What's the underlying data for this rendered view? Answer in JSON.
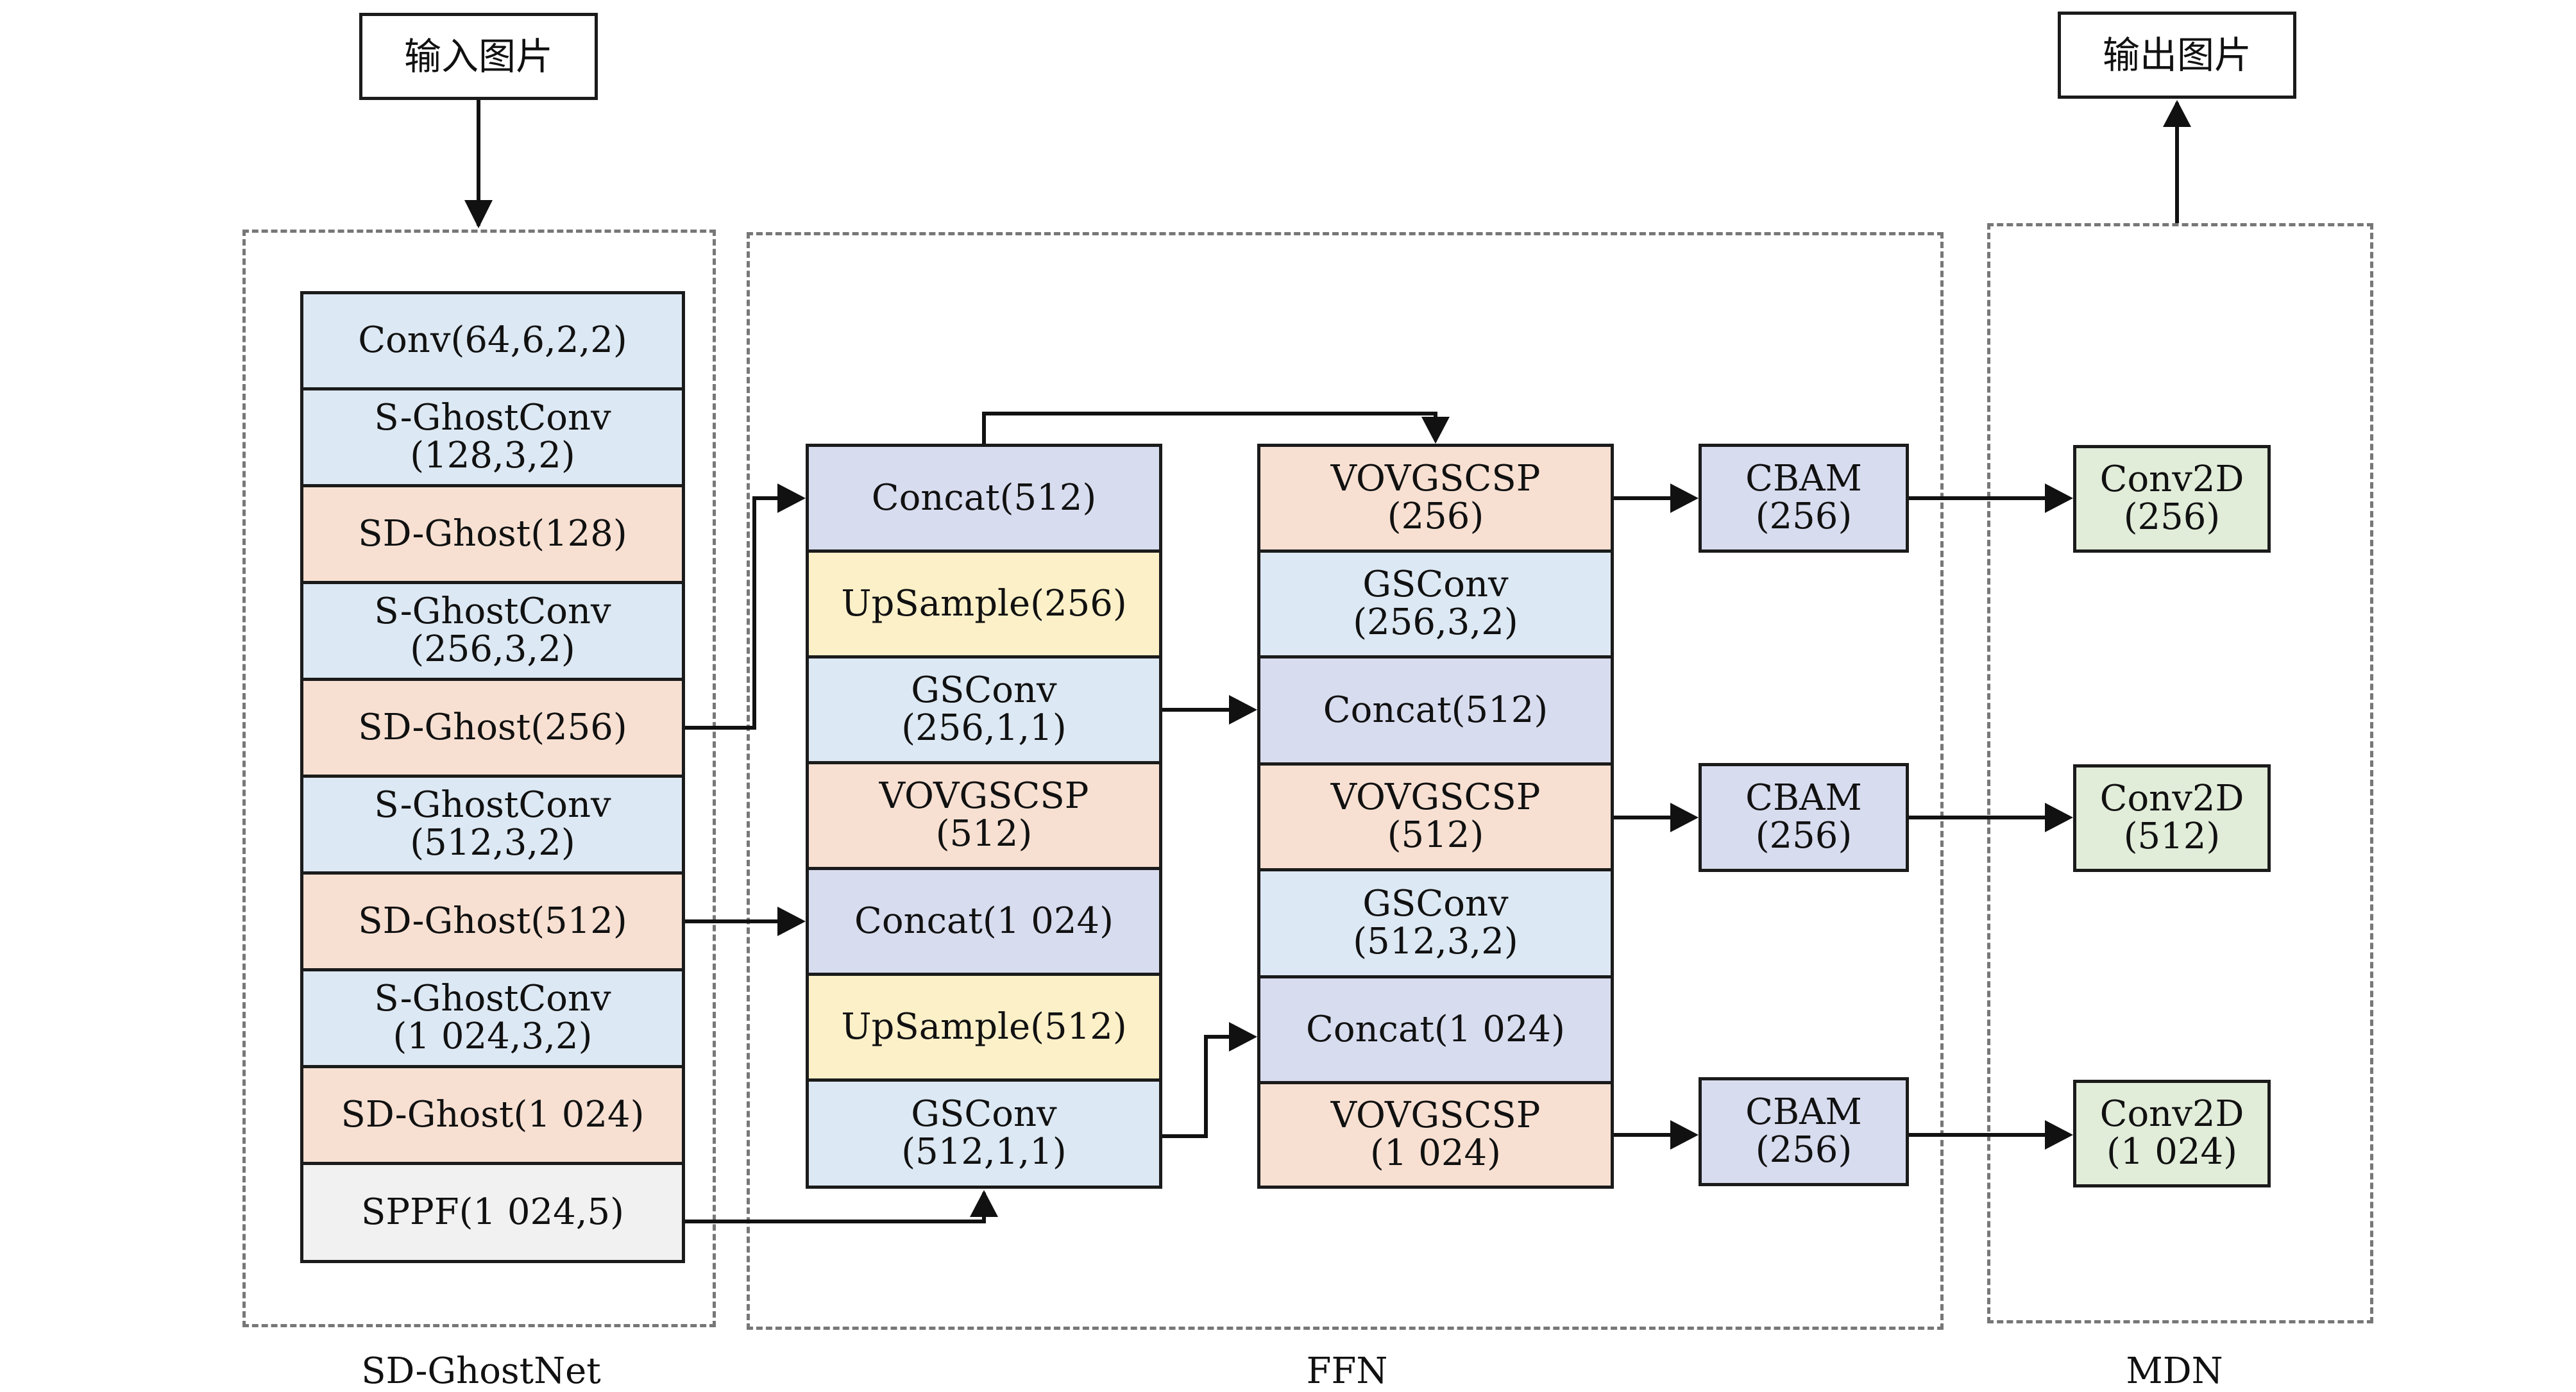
{
  "io": {
    "input": "输入图片",
    "output": "输出图片"
  },
  "groups": {
    "backbone": "SD-GhostNet",
    "neck": "FFN",
    "head": "MDN"
  },
  "backbone": [
    {
      "label": "Conv(64,6,2,2)",
      "color": "#dce8f3"
    },
    {
      "label": "S-GhostConv\n(128,3,2)",
      "color": "#dce8f3"
    },
    {
      "label": "SD-Ghost(128)",
      "color": "#f7e0d2"
    },
    {
      "label": "S-GhostConv\n(256,3,2)",
      "color": "#dce8f3"
    },
    {
      "label": "SD-Ghost(256)",
      "color": "#f7e0d2"
    },
    {
      "label": "S-GhostConv\n(512,3,2)",
      "color": "#dce8f3"
    },
    {
      "label": "SD-Ghost(512)",
      "color": "#f7e0d2"
    },
    {
      "label": "S-GhostConv\n(1 024,3,2)",
      "color": "#dce8f3"
    },
    {
      "label": "SD-Ghost(1 024)",
      "color": "#f7e0d2"
    },
    {
      "label": "SPPF(1 024,5)",
      "color": "#f1f1f1"
    }
  ],
  "neck_left": [
    {
      "label": "Concat(512)",
      "color": "#d8dcef"
    },
    {
      "label": "UpSample(256)",
      "color": "#fcf0c8"
    },
    {
      "label": "GSConv\n(256,1,1)",
      "color": "#dce8f3"
    },
    {
      "label": "VOVGSCSP\n(512)",
      "color": "#f7e0d2"
    },
    {
      "label": "Concat(1 024)",
      "color": "#d8dcef"
    },
    {
      "label": "UpSample(512)",
      "color": "#fcf0c8"
    },
    {
      "label": "GSConv\n(512,1,1)",
      "color": "#dce8f3"
    }
  ],
  "neck_right": [
    {
      "label": "VOVGSCSP\n(256)",
      "color": "#f7e0d2"
    },
    {
      "label": "GSConv\n(256,3,2)",
      "color": "#dce8f3"
    },
    {
      "label": "Concat(512)",
      "color": "#d8dcef"
    },
    {
      "label": "VOVGSCSP\n(512)",
      "color": "#f7e0d2"
    },
    {
      "label": "GSConv\n(512,3,2)",
      "color": "#dce8f3"
    },
    {
      "label": "Concat(1 024)",
      "color": "#d8dcef"
    },
    {
      "label": "VOVGSCSP\n(1 024)",
      "color": "#f7e0d2"
    }
  ],
  "cbam": [
    {
      "label": "CBAM\n(256)",
      "color": "#d8dcef"
    },
    {
      "label": "CBAM\n(256)",
      "color": "#d8dcef"
    },
    {
      "label": "CBAM\n(256)",
      "color": "#d8dcef"
    }
  ],
  "heads": [
    {
      "label": "Conv2D\n(256)",
      "color": "#e1ecd9"
    },
    {
      "label": "Conv2D\n(512)",
      "color": "#e1ecd9"
    },
    {
      "label": "Conv2D\n(1 024)",
      "color": "#e1ecd9"
    }
  ]
}
